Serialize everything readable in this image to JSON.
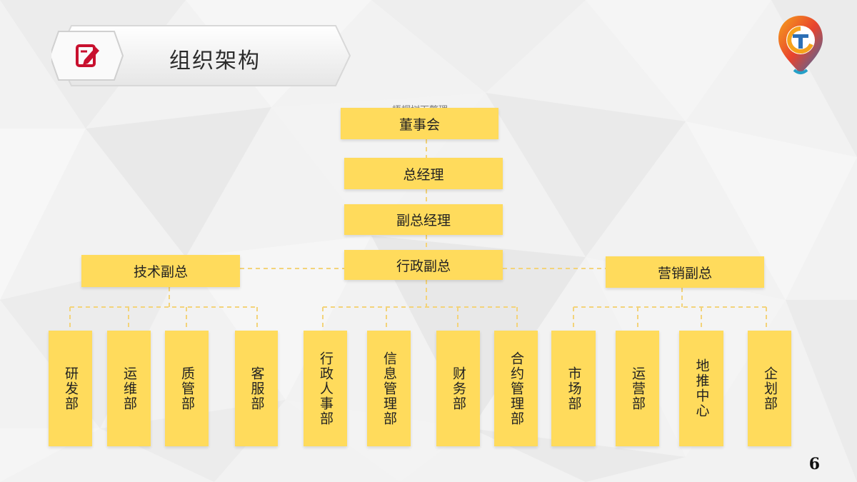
{
  "title": "组织架构",
  "watermark": "梧桐树下整理",
  "page_number": "6",
  "colors": {
    "box_fill": "#ffdb5c",
    "connector": "#f3d37a",
    "icon": "#c8102e"
  },
  "icons": {
    "title_icon": "edit-icon",
    "logo": "ct-logo-icon"
  },
  "org": {
    "board": "董事会",
    "gm": "总经理",
    "deputy_gm": "副总经理",
    "admin_vp": "行政副总",
    "tech_vp": "技术副总",
    "marketing_vp": "营销副总",
    "departments": [
      "研发部",
      "运维部",
      "质管部",
      "客服部",
      "行政人事部",
      "信息管理部",
      "财务部",
      "合约管理部",
      "市场部",
      "运营部",
      "地推中心",
      "企划部"
    ]
  }
}
